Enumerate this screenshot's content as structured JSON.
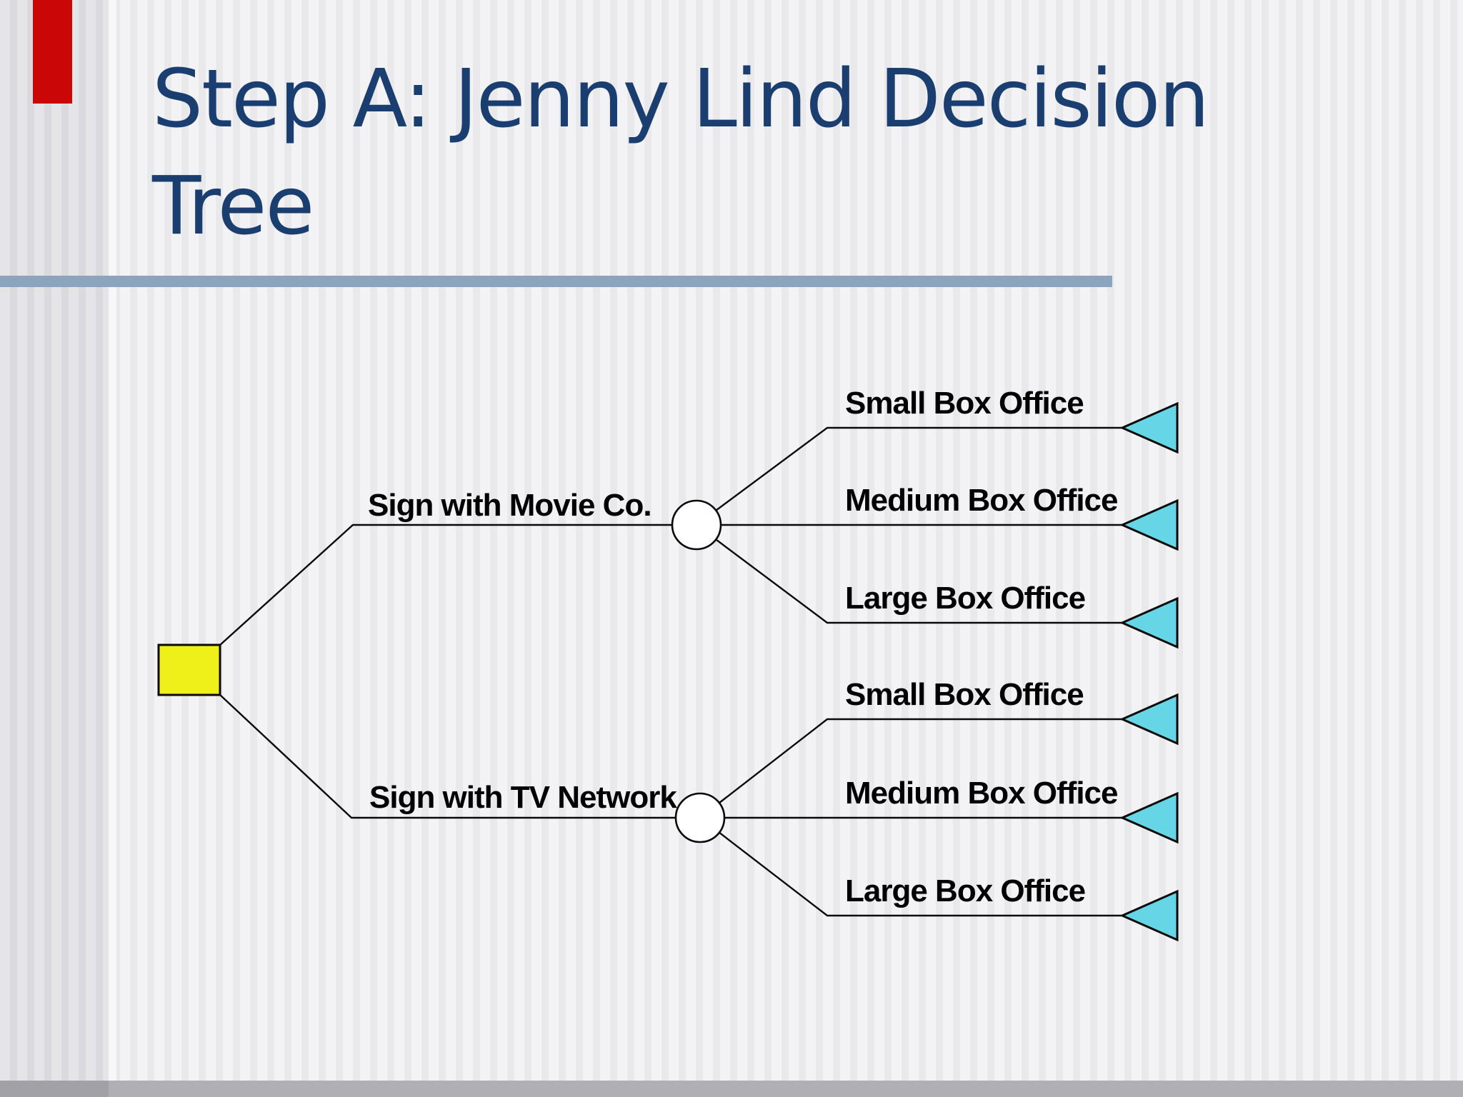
{
  "slide": {
    "title": "Step A: Jenny Lind Decision Tree",
    "title_lines": [
      "Step A: Jenny Lind Decision",
      "Tree"
    ]
  },
  "tree": {
    "root": {
      "type": "decision-node",
      "shape": "yellow-square"
    },
    "branches": [
      {
        "label": "Sign with Movie Co.",
        "node_type": "chance-node",
        "outcomes": [
          "Small Box Office",
          "Medium Box Office",
          "Large Box Office"
        ]
      },
      {
        "label": "Sign with TV Network",
        "node_type": "chance-node",
        "outcomes": [
          "Small Box Office",
          "Medium Box Office",
          "Large Box Office"
        ]
      }
    ],
    "terminal_node_count": 6
  },
  "colors": {
    "title_text": "#1a3e70",
    "divider": "#8ca5bf",
    "accent_red_bar": "#cb0606",
    "decision_node_fill": "#eff01a",
    "chance_node_fill": "#ffffff",
    "terminal_node_fill": "#66d6e6",
    "line_stroke": "#0a0a0a",
    "label_text": "#000000",
    "bottom_bar": "#afafb4"
  }
}
